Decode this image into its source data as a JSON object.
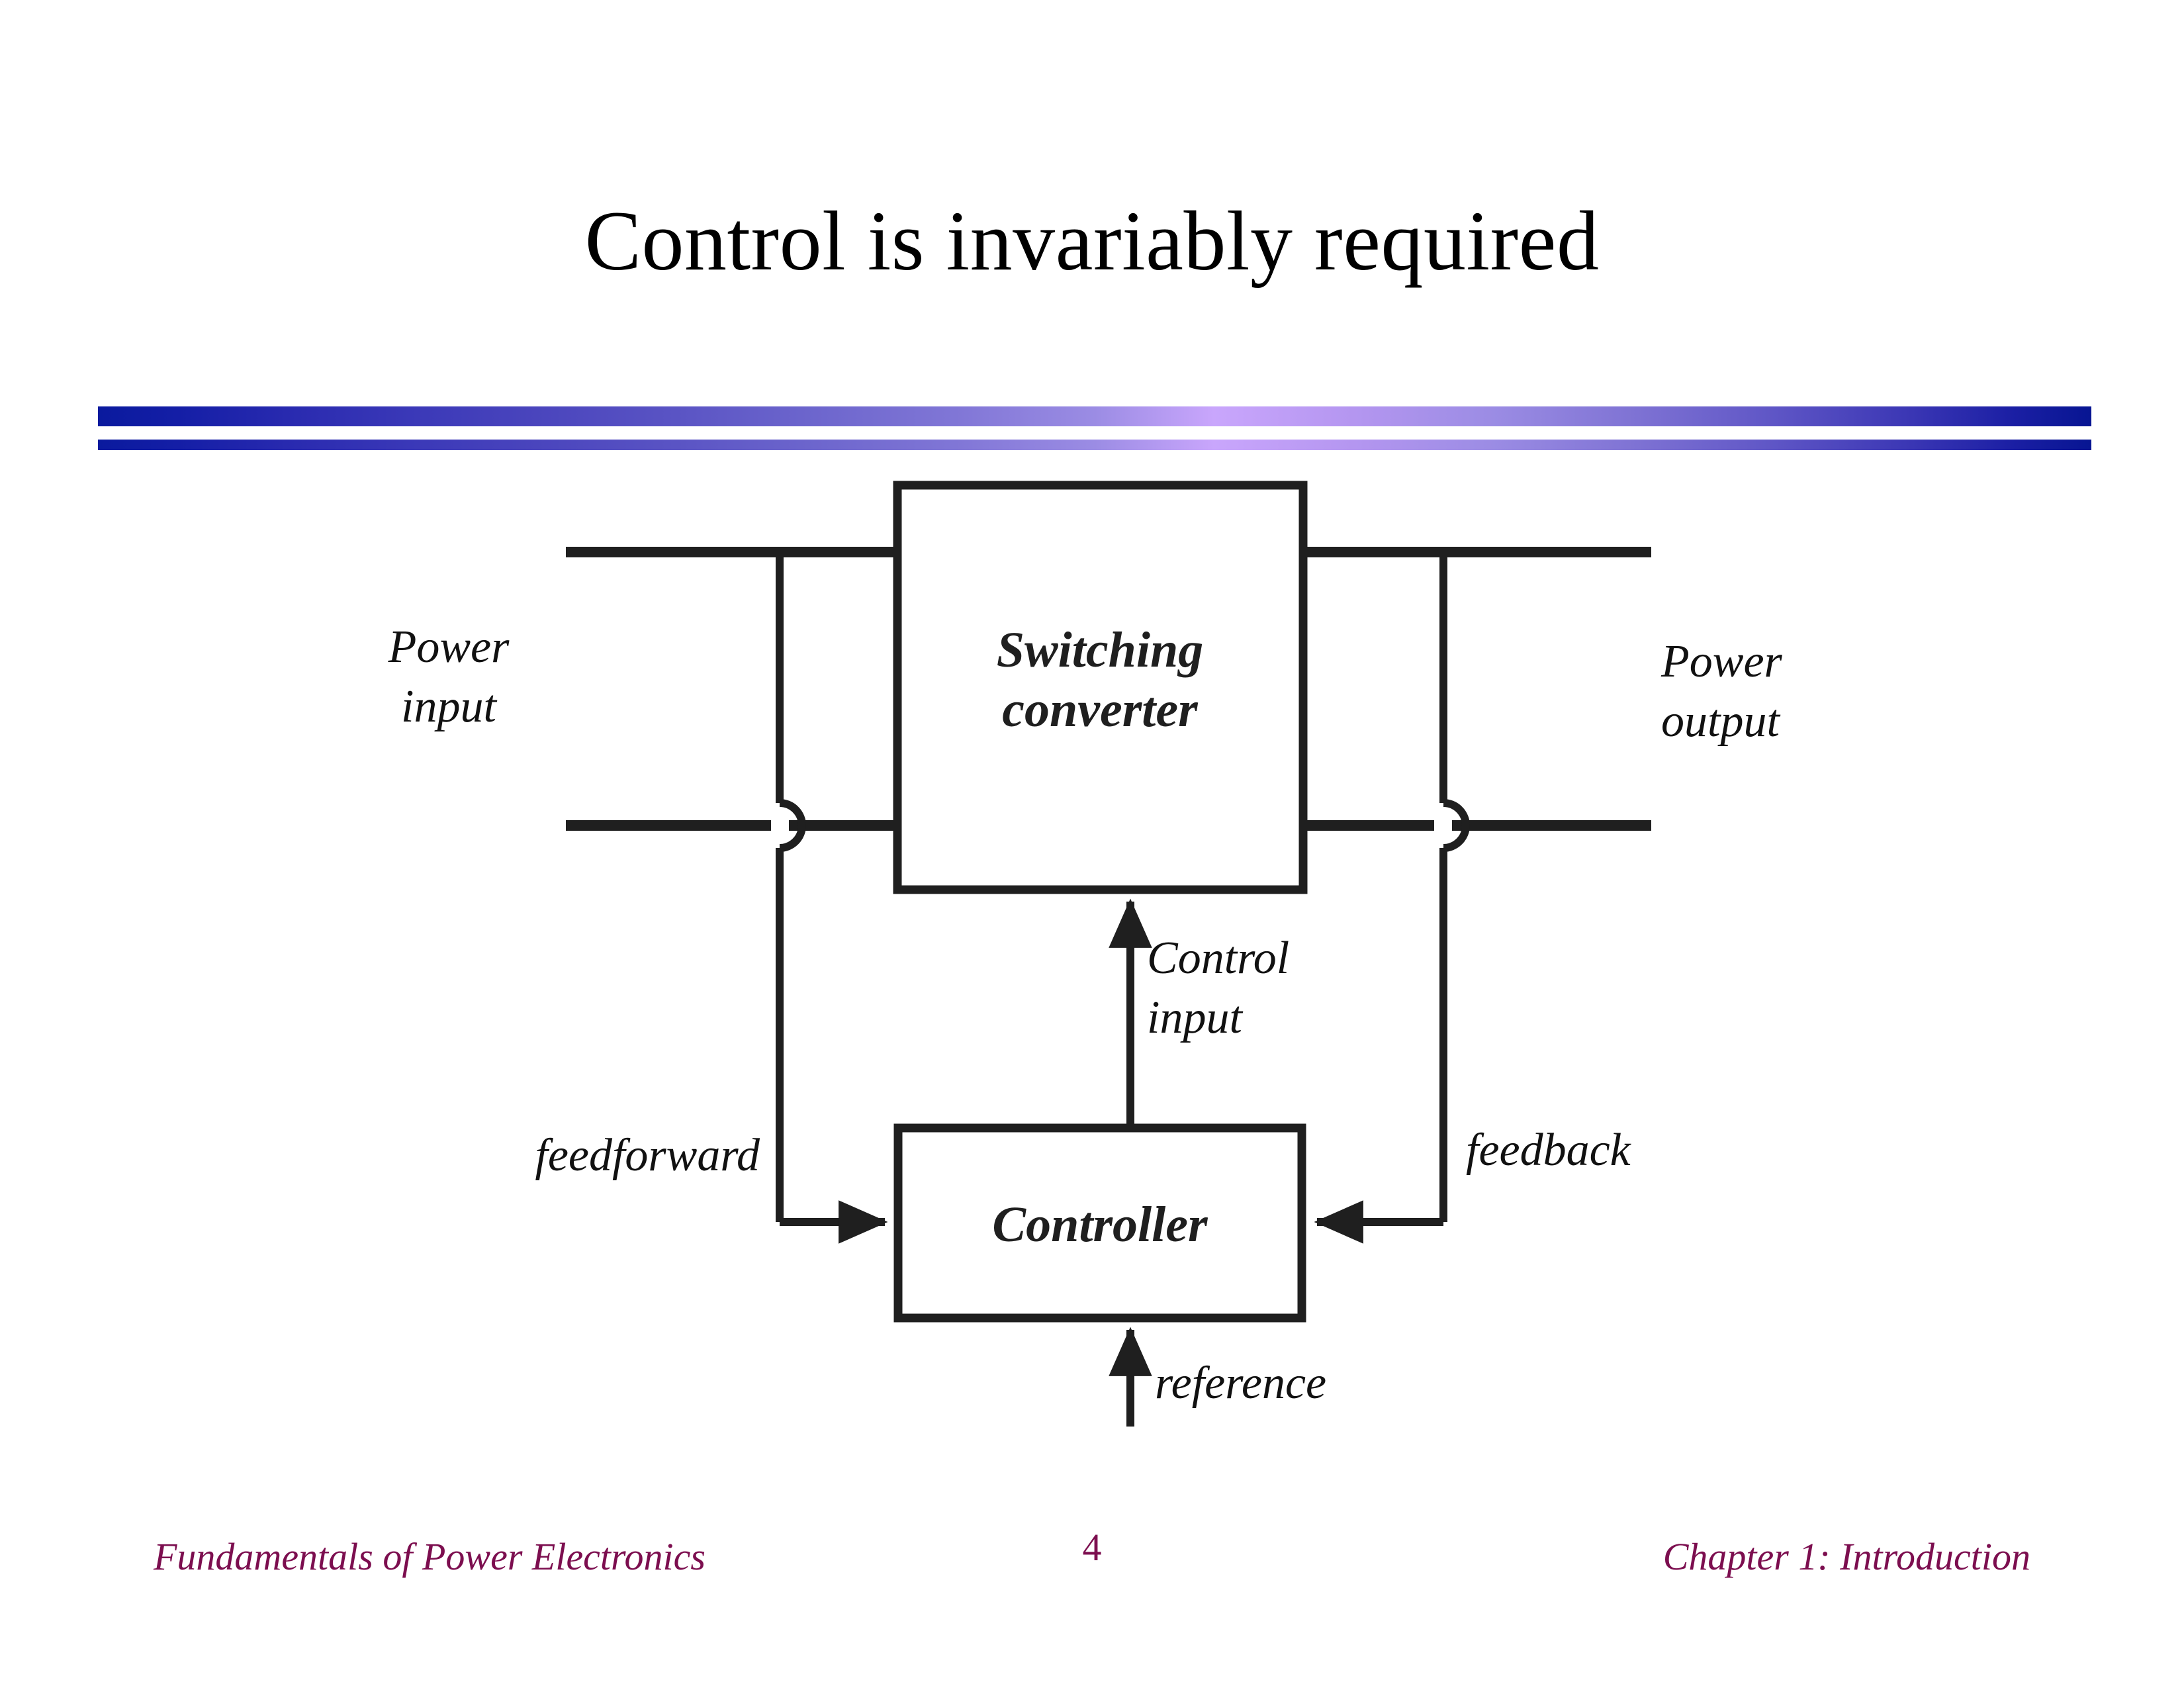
{
  "slide": {
    "title": "Control is invariably required",
    "page_number": "4"
  },
  "divider": {
    "name": "gradient-rule",
    "gradient_ends": "#0a1a9e",
    "gradient_center": "#c9a6fc"
  },
  "diagram": {
    "type": "block-diagram",
    "blocks": [
      {
        "id": "switching-converter",
        "label": "Switching\nconverter",
        "line1": "Switching",
        "line2": "converter"
      },
      {
        "id": "controller",
        "label": "Controller",
        "line1": "Controller"
      }
    ],
    "labels": {
      "power_input_line1": "Power",
      "power_input_line2": "input",
      "power_output_line1": "Power",
      "power_output_line2": "output",
      "control_input_line1": "Control",
      "control_input_line2": "input",
      "feedforward": "feedforward",
      "feedback": "feedback",
      "reference": "reference"
    },
    "stroke_color": "#1f1f1f"
  },
  "footer": {
    "left": "Fundamentals of Power Electronics",
    "right": "Chapter 1: Introduction",
    "color": "#7c0e4f"
  }
}
